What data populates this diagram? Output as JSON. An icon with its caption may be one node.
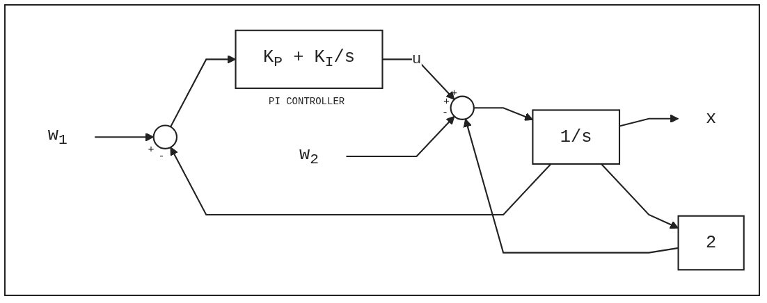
{
  "diagram": {
    "nodes": [
      {
        "text": [
          "w$_{1}$"
        ]
      },
      {
        "text": [],
        "shape": "circle",
        "beside": [
          "+",
          "-"
        ]
      },
      {
        "text": [
          "K$_{P}$ + K$_{I}$/s"
        ],
        "beside": [
          "PI CONTROLLER"
        ]
      },
      {
        "text": [
          "w$_{2}$"
        ]
      },
      {
        "text": [],
        "shape": "circle",
        "beside": [
          "+",
          "+",
          "-"
        ]
      },
      {
        "text": [
          "1/s"
        ]
      },
      {
        "text": [
          "x"
        ]
      },
      {
        "text": [
          "2"
        ]
      }
    ],
    "edges": [
      {
        "from": 0,
        "to": 1,
        "arrow": "to"
      },
      {
        "from": 1,
        "to": 2,
        "arrow": "to"
      },
      {
        "from": 2,
        "to": 4,
        "label": "u",
        "arrow": "to"
      },
      {
        "from": 3,
        "to": 4,
        "arrow": "to"
      },
      {
        "from": 4,
        "to": 5,
        "arrow": "to"
      },
      {
        "from": 5,
        "to": 6,
        "arrow": "to"
      },
      {
        "from": 5,
        "to": 7,
        "arrow": "to"
      },
      {
        "from": 7,
        "to": 4,
        "arrow": "to"
      },
      {
        "from": 5,
        "to": 1,
        "arrow": "to"
      }
    ]
  }
}
